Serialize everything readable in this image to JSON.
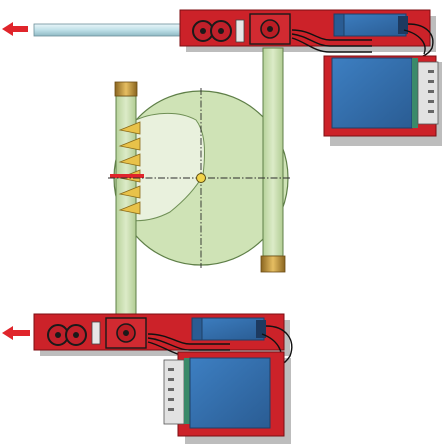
{
  "colors": {
    "background": "#ffffff",
    "machine_red": "#cc2229",
    "machine_red_dark": "#8e1016",
    "motor_blue": "#2f6aa8",
    "motor_blue_dark": "#1f3f66",
    "light_green": "#cfe3b6",
    "green_outline": "#6f8f55",
    "rod_blue": "#bfe0e8",
    "brass": "#c9a04a",
    "arrow_red": "#e0252b",
    "shadow": "#b8b8b8",
    "cable": "#111111",
    "panel_grey": "#d8d8d8",
    "spiral_yellow": "#e8c24a"
  },
  "components": [
    {
      "name": "upper-carriage",
      "icon": "drive-unit-icon"
    },
    {
      "name": "lower-carriage",
      "icon": "drive-unit-icon"
    },
    {
      "name": "wire-drum",
      "icon": "drum-icon"
    },
    {
      "name": "left-guide-column",
      "icon": "column-icon"
    },
    {
      "name": "right-guide-column",
      "icon": "column-icon"
    },
    {
      "name": "pull-rod",
      "icon": "rod-icon"
    },
    {
      "name": "direction-arrows",
      "icon": "arrow-left-icon"
    }
  ]
}
